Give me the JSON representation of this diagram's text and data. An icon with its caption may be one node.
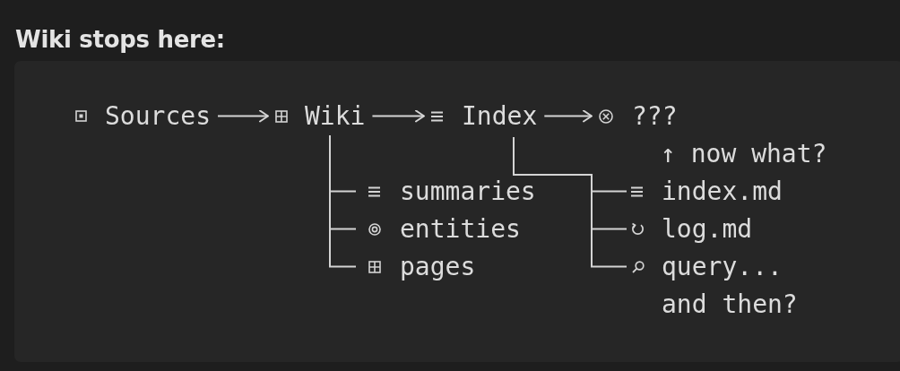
{
  "diagram": {
    "title": "Wiki stops here:",
    "nodes": [
      {
        "text": [
          "Sources"
        ]
      },
      {
        "text": [
          "Wiki"
        ]
      },
      {
        "text": [
          "Index"
        ]
      },
      {
        "text": [
          "???"
        ]
      },
      {
        "text": [
          "summaries"
        ]
      },
      {
        "text": [
          "index.md"
        ]
      },
      {
        "text": [
          "entities"
        ]
      },
      {
        "text": [
          "log.md"
        ]
      },
      {
        "text": [
          "pages"
        ]
      },
      {
        "text": [
          "query...",
          "and then?"
        ]
      }
    ],
    "edges": [
      {
        "from": 0,
        "to": 1,
        "arrow": "to"
      },
      {
        "from": 1,
        "to": 2,
        "arrow": "to"
      },
      {
        "from": 2,
        "to": 3,
        "arrow": "to"
      },
      {
        "from": 1,
        "to": 4,
        "arrow": "none"
      },
      {
        "from": 1,
        "to": 6,
        "arrow": "none"
      },
      {
        "from": 1,
        "to": 8,
        "arrow": "none"
      },
      {
        "from": 2,
        "to": 5,
        "arrow": "none"
      },
      {
        "from": 2,
        "to": 7,
        "arrow": "none"
      },
      {
        "from": 2,
        "to": 9,
        "arrow": "none"
      }
    ],
    "labels": [
      "↑ now what?"
    ]
  }
}
